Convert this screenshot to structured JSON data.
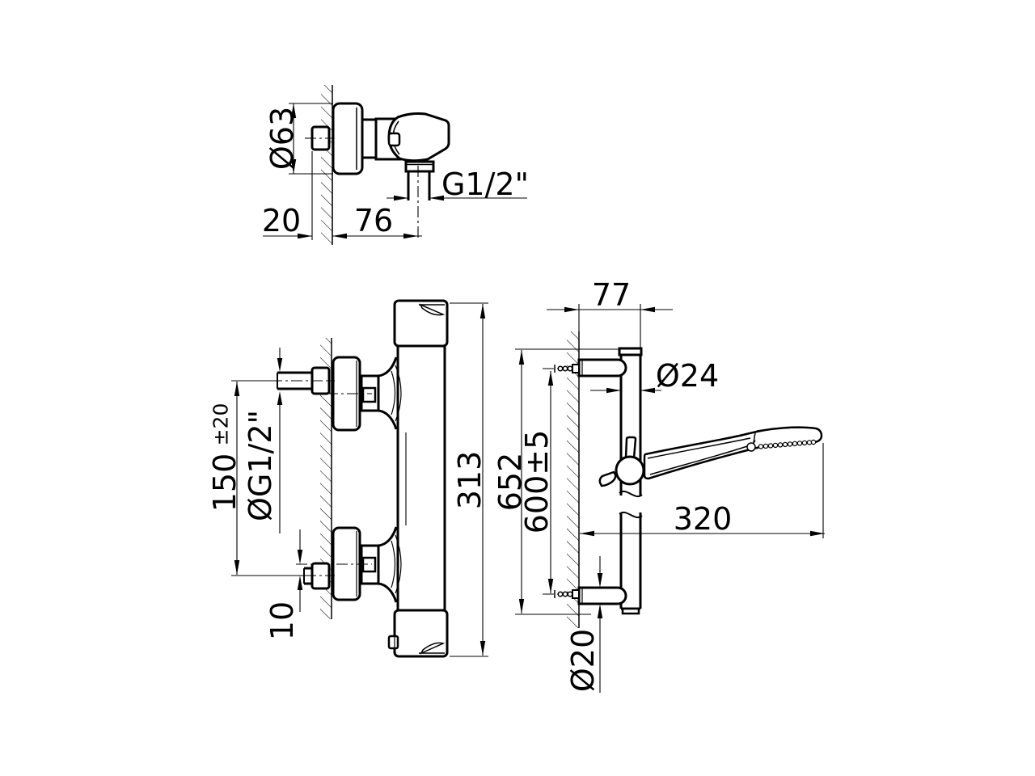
{
  "drawing": {
    "background_color": "#ffffff",
    "line_color": "#000000",
    "side_view": {
      "flange_diameter": "Ø63",
      "wall_offset": "20",
      "projection": "76",
      "outlet_thread": "G1/2\""
    },
    "front_view": {
      "inlet_spacing": "150",
      "inlet_spacing_tolerance": "±20",
      "inlet_thread": "ØG1/2\"",
      "eccentric_offset": "10",
      "body_height": "313"
    },
    "rail_view": {
      "bracket_projection": "77",
      "rail_diameter": "Ø24",
      "rail_length": "652",
      "fixing_centers": "600±5",
      "handshower_reach": "320",
      "bracket_diameter": "Ø20"
    }
  }
}
